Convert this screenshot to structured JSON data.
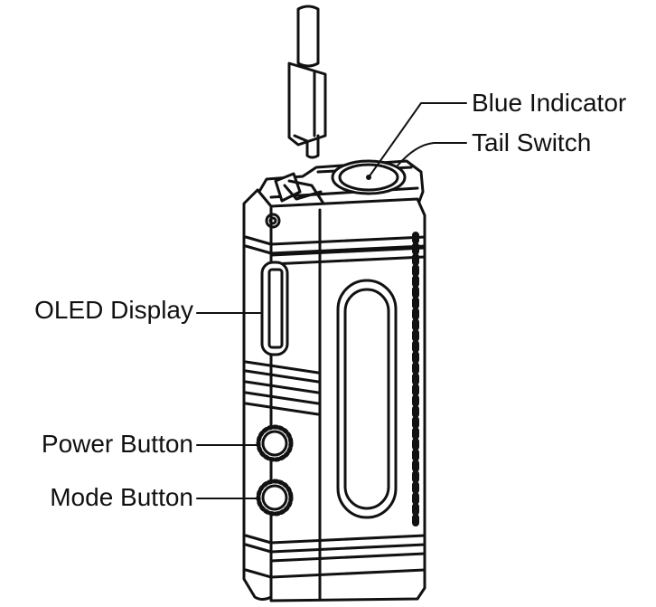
{
  "labels": {
    "blue_indicator": "Blue Indicator",
    "tail_switch": "Tail Switch",
    "oled_display": "OLED Display",
    "power_button": "Power Button",
    "mode_button": "Mode Button"
  },
  "colors": {
    "line": "#111111",
    "background": "#ffffff"
  }
}
